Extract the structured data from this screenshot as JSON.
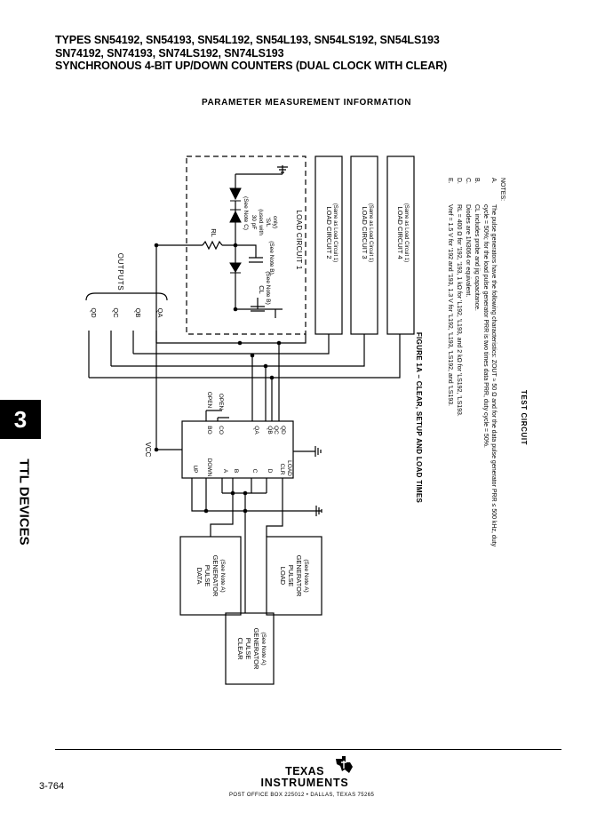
{
  "header": {
    "line1": "TYPES SN54192, SN54193, SN54L192, SN54L193, SN54LS192, SN54LS193",
    "line2": "SN74192, SN74193, SN74LS192, SN74LS193",
    "line3": "SYNCHRONOUS 4-BIT UP/DOWN COUNTERS (DUAL CLOCK WITH CLEAR)"
  },
  "section_title": "PARAMETER MEASUREMENT INFORMATION",
  "tab": {
    "number": "3",
    "label": "TTL DEVICES"
  },
  "circuit": {
    "outputs_label": "OUTPUTS",
    "q_labels": [
      "QD",
      "QC",
      "QB",
      "QA"
    ],
    "load_circuit_1": {
      "title": "LOAD CIRCUIT 1",
      "rl": "RL",
      "note_c": "(See Note C)",
      "cap": [
        "30 pF",
        "(used with",
        "'S/L",
        "only)"
      ],
      "note_b": "(See Note B)",
      "cl": "CL",
      "cl_note": "(See Note B)"
    },
    "load_circuit_2": {
      "title": "LOAD CIRCUIT 2",
      "sub": "(Same as Load Circuit 1)"
    },
    "load_circuit_3": {
      "title": "LOAD CIRCUIT 3",
      "sub": "(Same as Load Circuit 1)"
    },
    "load_circuit_4": {
      "title": "LOAD CIRCUIT 4",
      "sub": "(Same as Load Circuit 1)"
    },
    "vcc": "VCC",
    "open": "OPEN",
    "open_v": "OPEN",
    "chip_top_pins": [
      "BO",
      "CO",
      "QA",
      "QB",
      "QC",
      "QD"
    ],
    "chip_bottom_pins": [
      "UP",
      "DOWN",
      "A",
      "B",
      "C",
      "D",
      "CLR",
      "LOAD"
    ],
    "data_gen": [
      "DATA",
      "PULSE",
      "GENERATOR",
      "(See Note A)"
    ],
    "load_gen": [
      "LOAD",
      "PULSE",
      "GENERATOR",
      "(See Note A)"
    ],
    "clear_gen": [
      "CLEAR",
      "PULSE",
      "GENERATOR",
      "(See Note A)"
    ]
  },
  "notes": {
    "title": "TEST CIRCUIT",
    "label": "NOTES:",
    "items": [
      {
        "letter": "A.",
        "text": "The pulse generators have the following characteristics: ZOUT ≈ 50 Ω and for the data pulse generator PRR ≤ 500 kHz, duty"
      },
      {
        "letter": "",
        "text": "cycle = 50%; for the load pulse generator PRR is two times data PRR, duty cycle = 50%."
      },
      {
        "letter": "B.",
        "text": "CL includes probe and jig capacitance."
      },
      {
        "letter": "C.",
        "text": "Diodes are 1N3064 or equivalent."
      },
      {
        "letter": "D.",
        "text": "RL = 400 Ω for '192, '193, 1 kΩ for 'L192, 'L193, and 2 kΩ for 'LS192, 'LS193."
      },
      {
        "letter": "E.",
        "text": "Vref = 1.5 V for '192 and '193, 1.3 V for 'L192, 'L193, 'LS192, and 'LS193."
      }
    ],
    "figure": "FIGURE 1A – CLEAR, SETUP AND LOAD TIMES"
  },
  "footer": {
    "page": "3-764",
    "company_line1": "TEXAS",
    "company_line2": "INSTRUMENTS",
    "address": "POST OFFICE BOX 225012 • DALLAS, TEXAS 75265"
  }
}
